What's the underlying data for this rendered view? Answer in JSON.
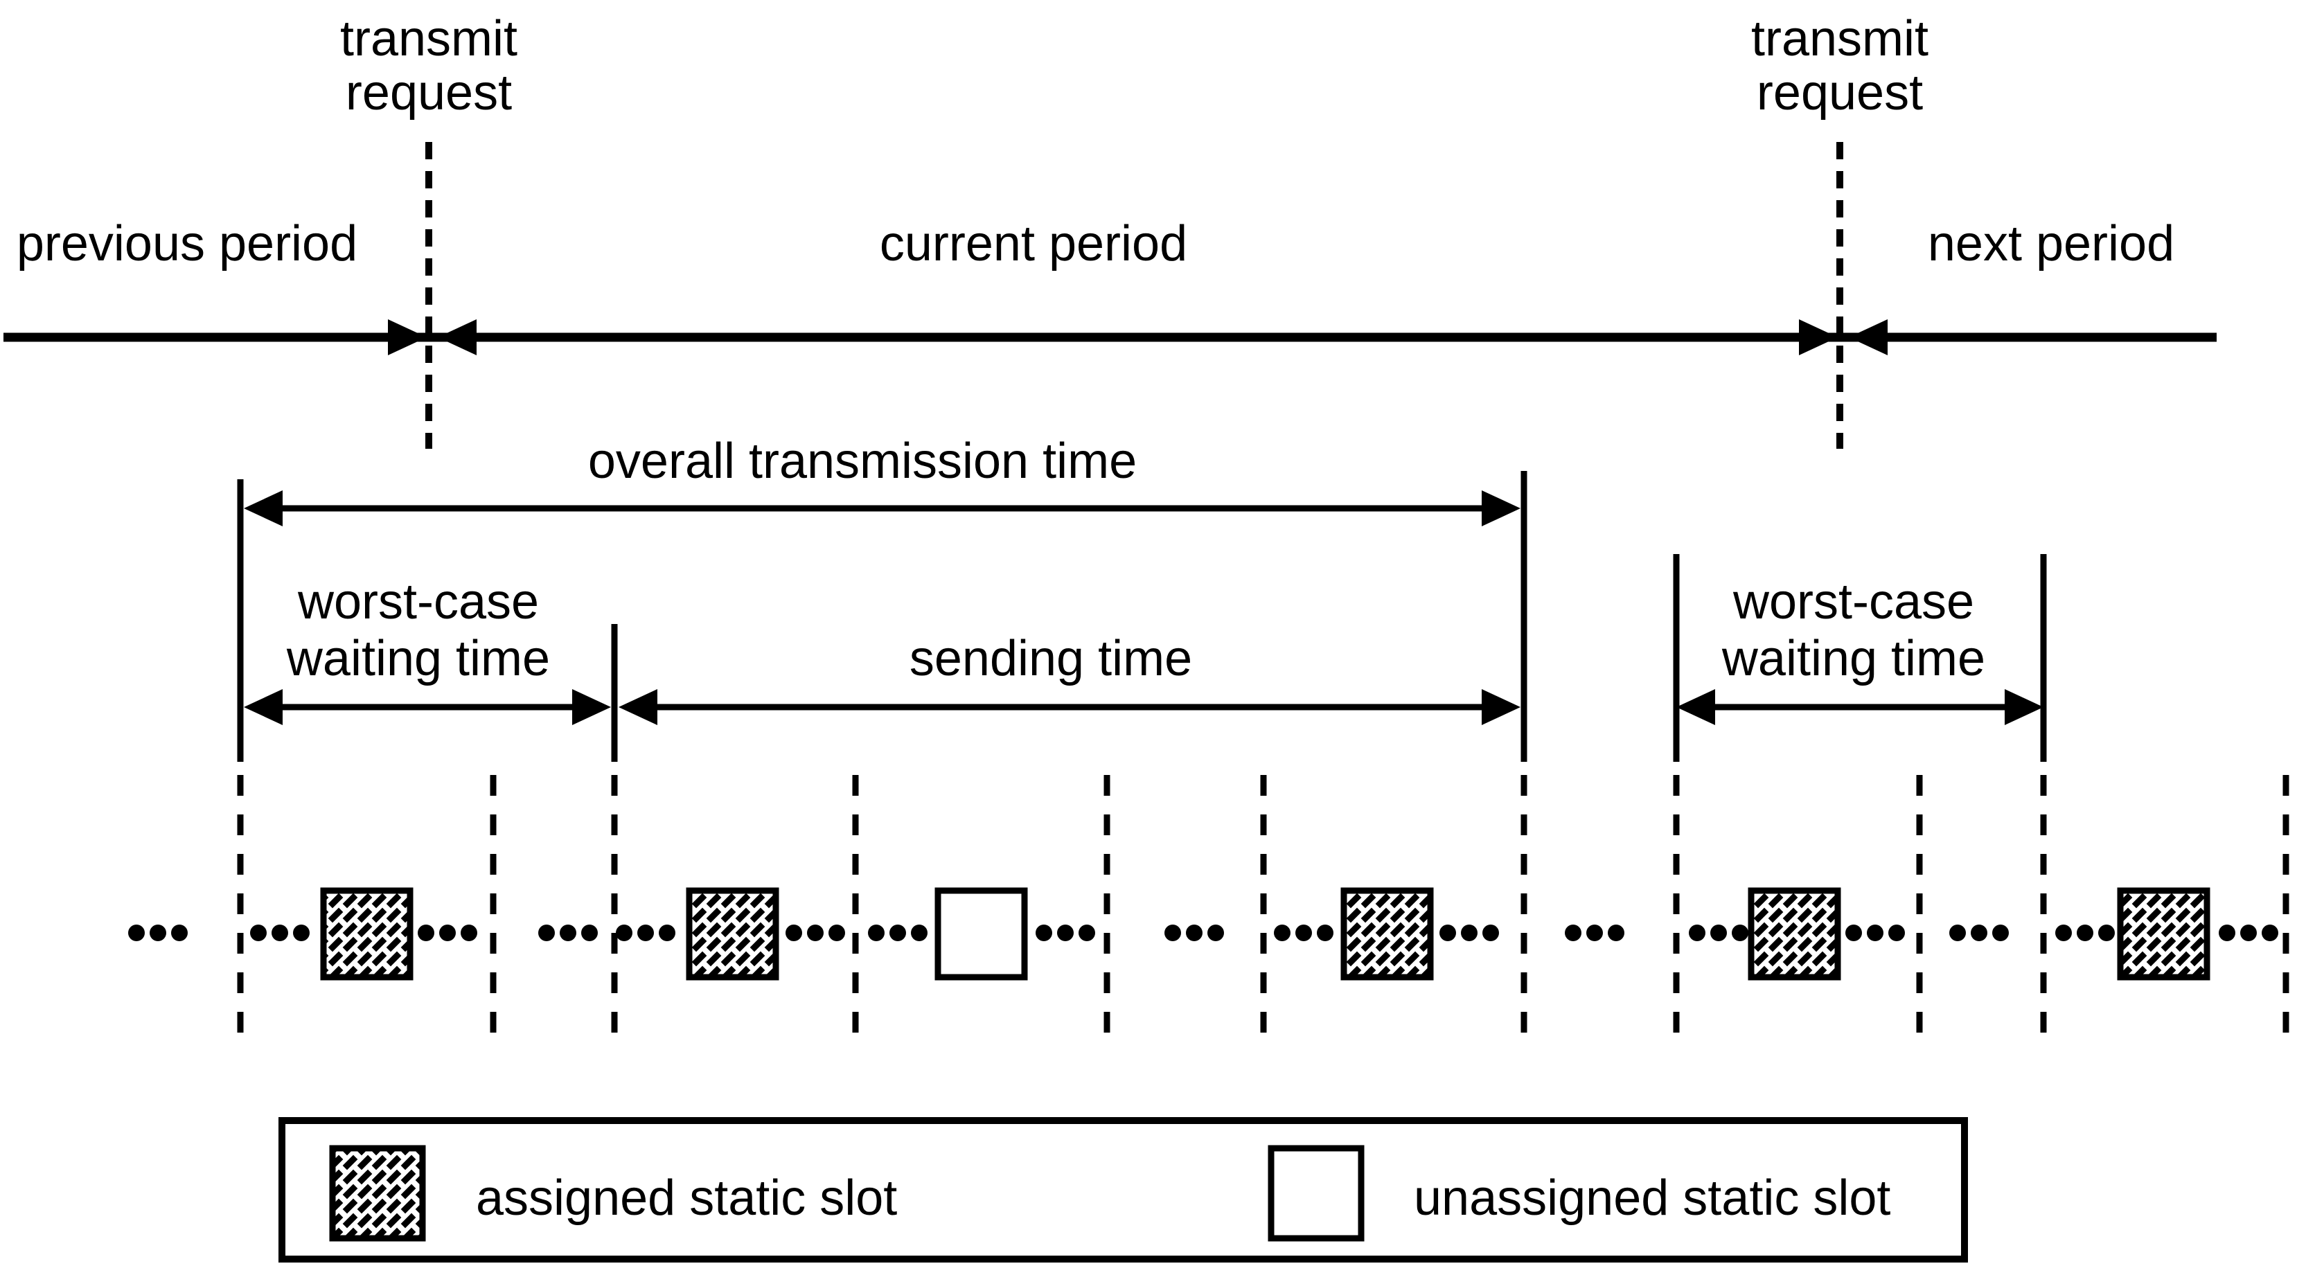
{
  "colors": {
    "ink": "#000000",
    "background": "#ffffff"
  },
  "timeline": {
    "previous_period": "previous period",
    "current_period": "current period",
    "next_period": "next period",
    "transmit_request_line1": "transmit",
    "transmit_request_line2": "request"
  },
  "measures": {
    "overall": "overall transmission time",
    "worst_case_line1": "worst-case",
    "worst_case_line2": "waiting time",
    "sending": "sending time"
  },
  "slot_row": {
    "segments": [
      {
        "kind": "ellipsis"
      },
      {
        "kind": "assigned-slot"
      },
      {
        "kind": "ellipsis"
      },
      {
        "kind": "assigned-slot"
      },
      {
        "kind": "unassigned-slot"
      },
      {
        "kind": "ellipsis"
      },
      {
        "kind": "assigned-slot"
      },
      {
        "kind": "ellipsis"
      },
      {
        "kind": "assigned-slot"
      },
      {
        "kind": "ellipsis"
      },
      {
        "kind": "assigned-slot"
      }
    ]
  },
  "legend": {
    "assigned": "assigned static slot",
    "unassigned": "unassigned static slot"
  }
}
